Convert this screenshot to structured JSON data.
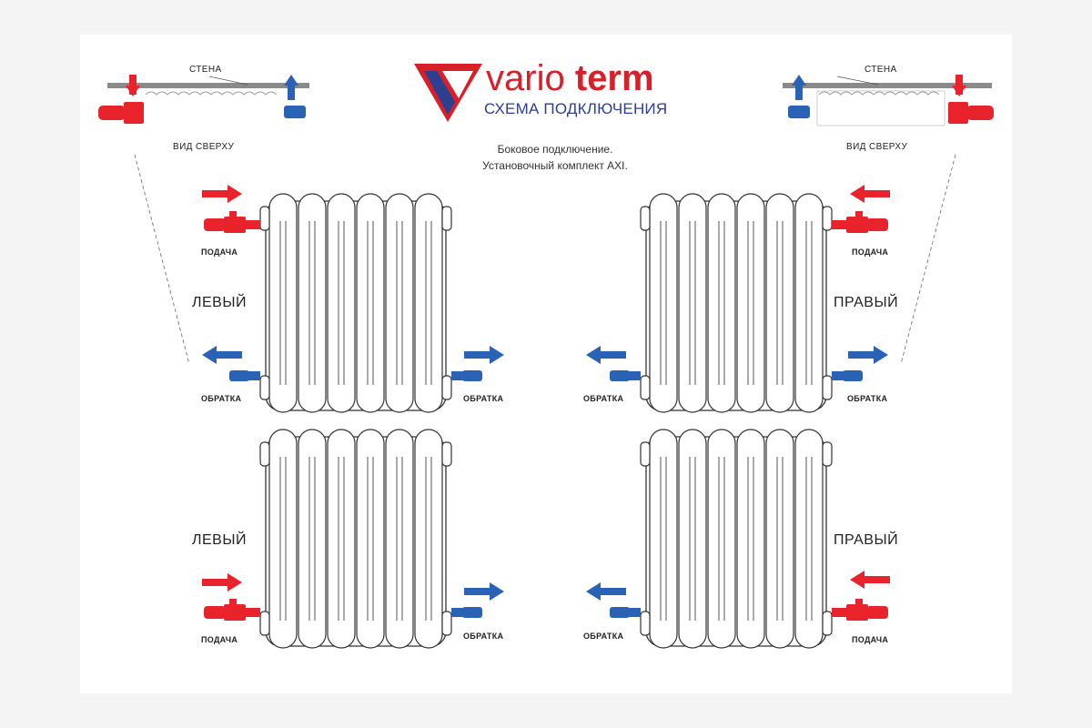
{
  "logo": {
    "brand_part1": "vario",
    "brand_part2": "term",
    "subtitle": "СХЕМА ПОДКЛЮЧЕНИЯ"
  },
  "description": {
    "line1": "Боковое подключение.",
    "line2": "Установочный комплект AXI."
  },
  "top_views": {
    "left": {
      "wall_label": "СТЕНА",
      "view_label": "ВИД СВЕРХУ"
    },
    "right": {
      "wall_label": "СТЕНА",
      "view_label": "ВИД СВЕРХУ"
    }
  },
  "schemes": [
    {
      "side_label": "ЛЕВЫЙ",
      "supply_label": "ПОДАЧА",
      "return_labels": [
        "ОБРАТКА",
        "ОБРАТКА"
      ]
    },
    {
      "side_label": "ПРАВЫЙ",
      "supply_label": "ПОДАЧА",
      "return_labels": [
        "ОБРАТКА",
        "ОБРАТКА"
      ]
    },
    {
      "side_label": "ЛЕВЫЙ",
      "supply_label": "ПОДАЧА",
      "return_labels": [
        "ОБРАТКА"
      ]
    },
    {
      "side_label": "ПРАВЫЙ",
      "supply_label": "ПОДАЧА",
      "return_labels": [
        "ОБРАТКА"
      ]
    }
  ],
  "colors": {
    "supply": "#e8232c",
    "return": "#2a62b6",
    "logo_red": "#d8202b",
    "logo_blue": "#2d3f8f"
  }
}
